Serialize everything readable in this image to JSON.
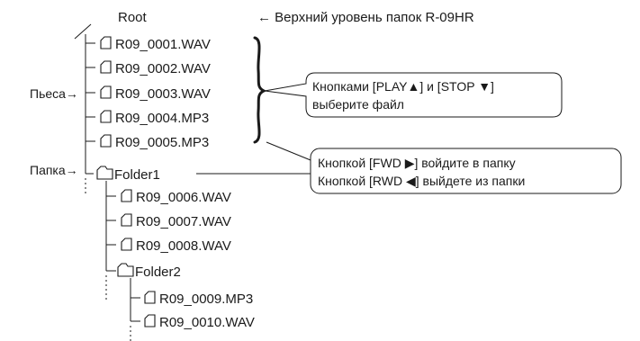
{
  "root": {
    "label": "Root",
    "note": "← Верхний уровень папок R-09HR"
  },
  "side_labels": {
    "piece": "Пьеса→",
    "folder": "Папка→"
  },
  "tree": {
    "root_files": [
      "R09_0001.WAV",
      "R09_0002.WAV",
      "R09_0003.WAV",
      "R09_0004.MP3",
      "R09_0005.MP3"
    ],
    "folder1": {
      "name": "Folder1",
      "files": [
        "R09_0006.WAV",
        "R09_0007.WAV",
        "R09_0008.WAV"
      ],
      "folder2": {
        "name": "Folder2",
        "files": [
          "R09_0009.MP3",
          "R09_0010.WAV"
        ]
      }
    }
  },
  "callouts": {
    "play_stop": [
      "Кнопками [PLAY▲] и [STOP ▼]",
      "выберите файл"
    ],
    "fwd_rwd": [
      "Кнопкой [FWD ▶] войдите в папку",
      "Кнопкой [RWD ◀] выйдете из папки"
    ]
  },
  "icons": {
    "file": "file-icon",
    "folder": "folder-icon"
  }
}
